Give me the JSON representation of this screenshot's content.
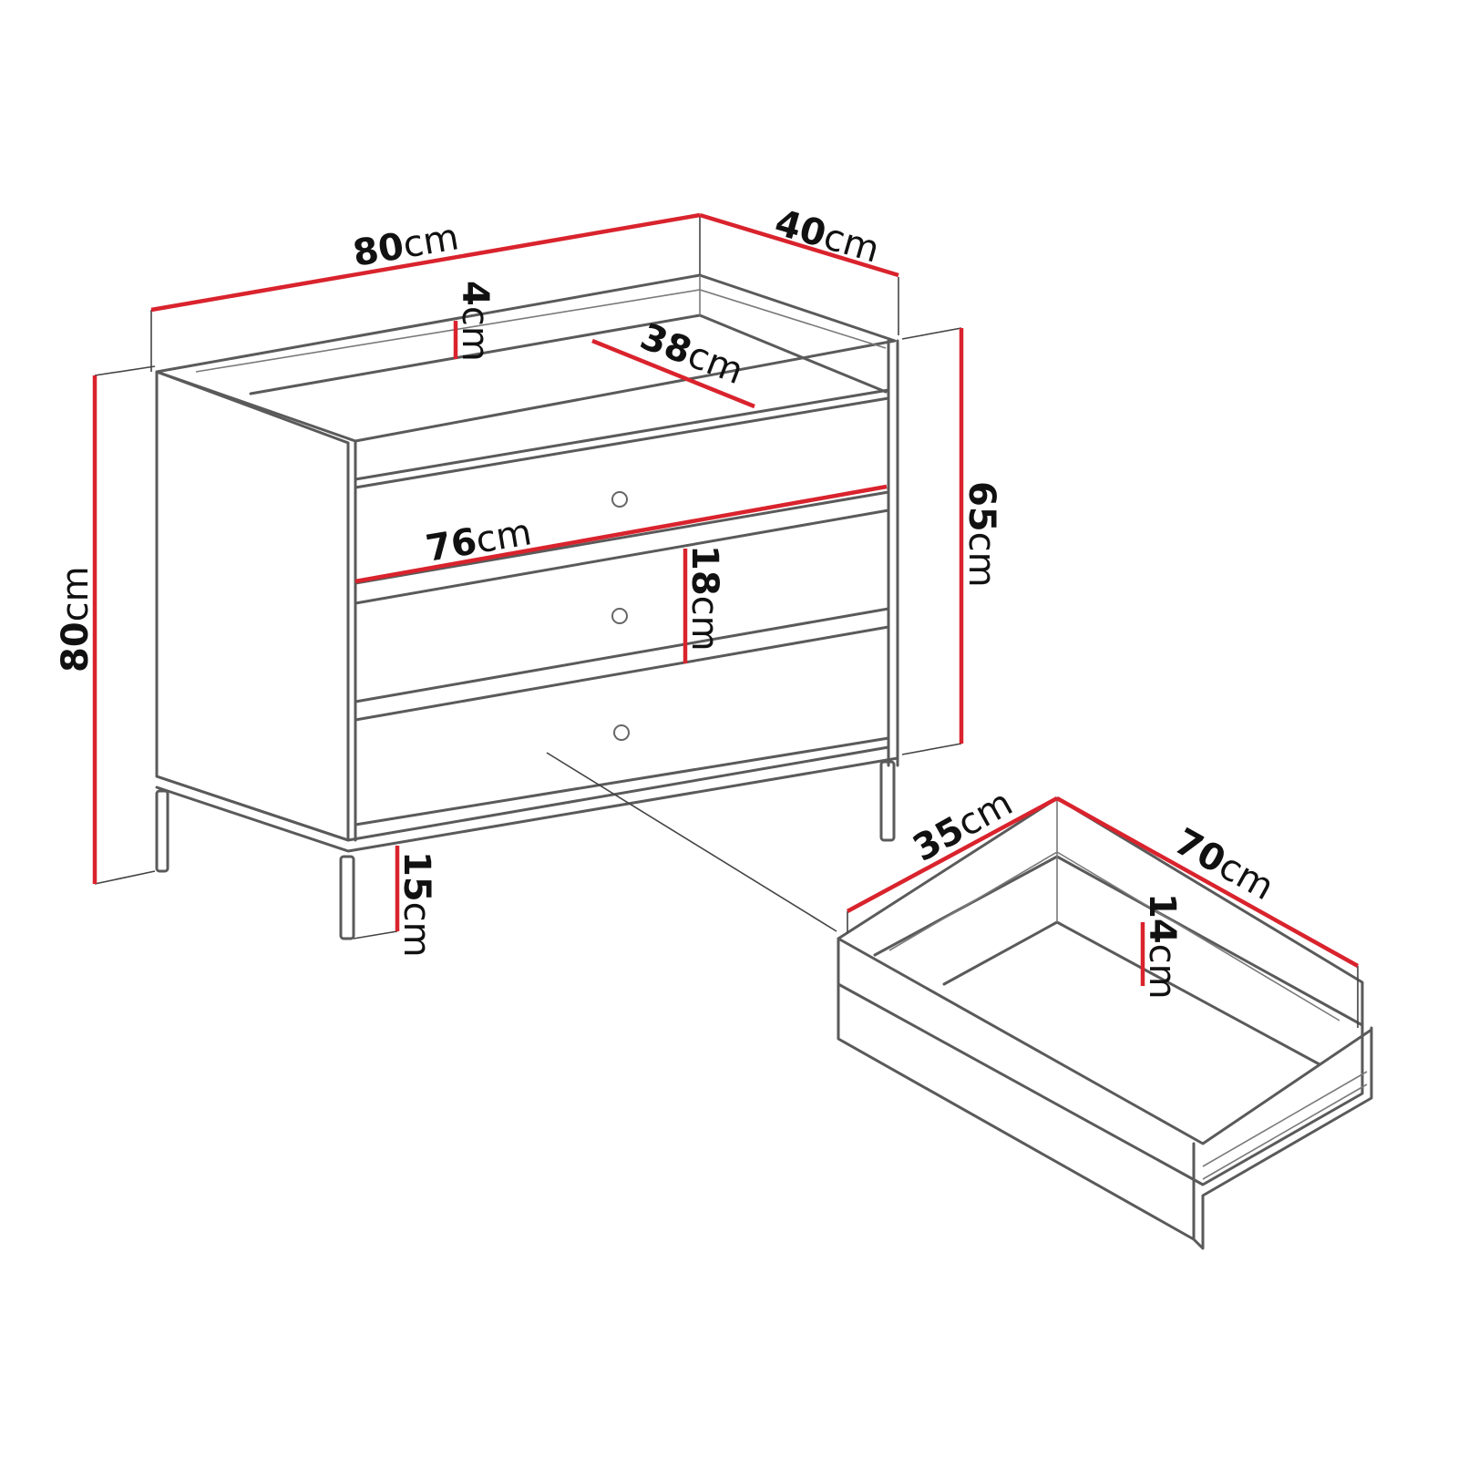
{
  "diagram": {
    "subject": "Chest of drawers with three drawers and metal legs, plus detached drawer",
    "colors": {
      "outline": "#5a5a5a",
      "dimension_line": "#d9232d",
      "text": "#111111",
      "background": "#ffffff"
    },
    "dimensions": {
      "total_width": {
        "value": "80",
        "unit": "cm"
      },
      "depth": {
        "value": "40",
        "unit": "cm"
      },
      "top_rim_height": {
        "value": "4",
        "unit": "cm"
      },
      "inner_top_depth": {
        "value": "38",
        "unit": "cm"
      },
      "inner_width": {
        "value": "76",
        "unit": "cm"
      },
      "drawer_front_height": {
        "value": "18",
        "unit": "cm"
      },
      "body_height": {
        "value": "65",
        "unit": "cm"
      },
      "total_height": {
        "value": "80",
        "unit": "cm"
      },
      "leg_height": {
        "value": "15",
        "unit": "cm"
      },
      "drawer_inner_depth": {
        "value": "35",
        "unit": "cm"
      },
      "drawer_inner_width": {
        "value": "70",
        "unit": "cm"
      },
      "drawer_inner_height": {
        "value": "14",
        "unit": "cm"
      }
    },
    "drawer_count": 3
  }
}
